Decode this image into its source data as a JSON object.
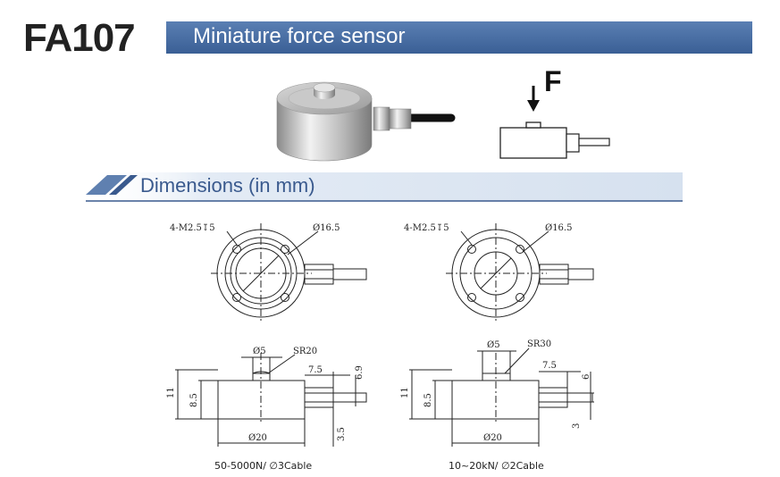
{
  "header": {
    "model": "FA107",
    "subtitle": "Miniature force sensor"
  },
  "force_label": "F",
  "section": {
    "title": "Dimensions (in  mm)"
  },
  "drawing_left": {
    "holes": "4-M2.5↧5",
    "outer_dia": "Ø16.5",
    "tip_dia": "Ø5",
    "sr": "SR20",
    "conn": "7.5",
    "cable_dia": "6.9",
    "height": "11",
    "body_height": "8.5",
    "offset": "3.5",
    "dia": "Ø20",
    "caption": "50-5000N/ ∅3Cable"
  },
  "drawing_right": {
    "holes": "4-M2.5↧5",
    "outer_dia": "Ø16.5",
    "tip_dia": "Ø5",
    "sr": "SR30",
    "conn": "7.5",
    "cable_dia": "6",
    "height": "11",
    "body_height": "8.5",
    "offset": "3",
    "dia": "Ø20",
    "caption": "10~20kN/ ∅2Cable"
  }
}
